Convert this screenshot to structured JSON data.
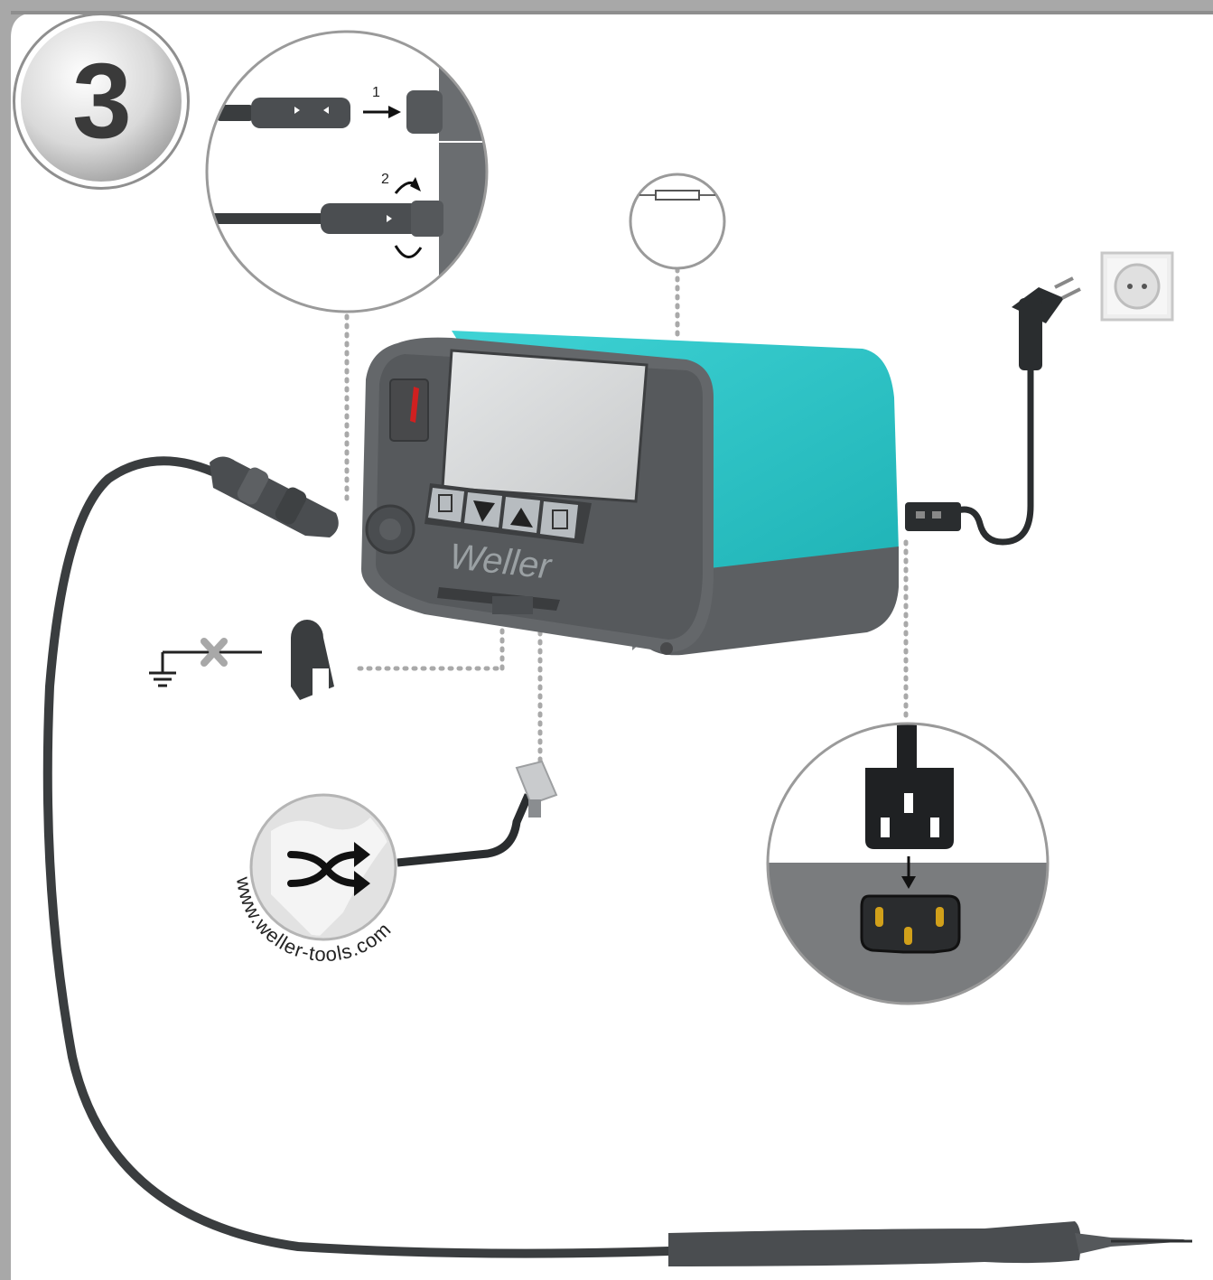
{
  "step": {
    "number": "3"
  },
  "plug_detail": {
    "step1_label": "1",
    "step2_label": "2"
  },
  "station": {
    "brand": "Weller"
  },
  "website": {
    "url": "www.weller-tools.com"
  },
  "colors": {
    "teal": "#2cc4c6",
    "body_dark": "#5b5e60",
    "frame_gray": "#a7a7a7",
    "cable": "#3a3d3f"
  },
  "icons": [
    "step-badge-icon",
    "fuse-icon",
    "wall-socket-icon",
    "eu-plug-icon",
    "iec-connector-icon",
    "ground-icon",
    "equipotential-plug-icon",
    "network-plug-icon",
    "shuffle-globe-icon",
    "soldering-iron-icon"
  ]
}
